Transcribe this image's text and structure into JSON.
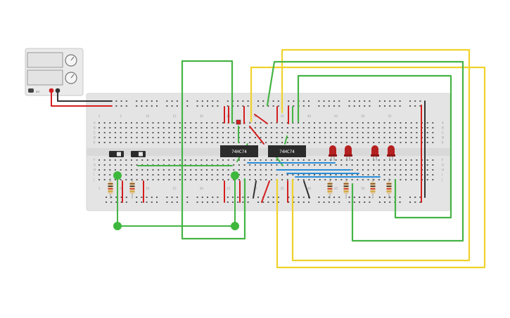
{
  "colors": {
    "breadboard": "#e4e4e4",
    "breadboard_edge": "#d3d3d3",
    "hole": "#5a5a5a",
    "chip": "#2b2b2b",
    "wire_green": "#44b444",
    "wire_yellow": "#f0d22a",
    "wire_red": "#d41e1e",
    "wire_black": "#333333",
    "wire_blue": "#2a8ed8",
    "led": "#b52020",
    "node_green": "#3db83d"
  },
  "power_supply": {
    "label_on": "on",
    "terminal_pos": "+",
    "terminal_neg": "-",
    "knob_icon": "knob-icon"
  },
  "breadboard": {
    "column_numbers": [
      "1",
      "5",
      "10",
      "15",
      "20",
      "25",
      "30",
      "35",
      "40",
      "45",
      "50",
      "55"
    ],
    "row_letters_top": [
      "A",
      "B",
      "C",
      "D",
      "E"
    ],
    "row_letters_bottom": [
      "F",
      "G",
      "H",
      "I",
      "J"
    ]
  },
  "chips": [
    {
      "label": "74HC74"
    },
    {
      "label": "74HC74"
    }
  ],
  "switches": [
    {
      "name": "switch-1"
    },
    {
      "name": "switch-2"
    }
  ],
  "leds": [
    {
      "name": "led-1",
      "color": "red"
    },
    {
      "name": "led-2",
      "color": "red"
    },
    {
      "name": "led-3",
      "color": "red"
    },
    {
      "name": "led-4",
      "color": "red"
    }
  ],
  "resistors": [
    {
      "name": "resistor-1"
    },
    {
      "name": "resistor-2"
    },
    {
      "name": "resistor-3"
    },
    {
      "name": "resistor-4"
    },
    {
      "name": "resistor-5"
    },
    {
      "name": "resistor-6"
    }
  ]
}
